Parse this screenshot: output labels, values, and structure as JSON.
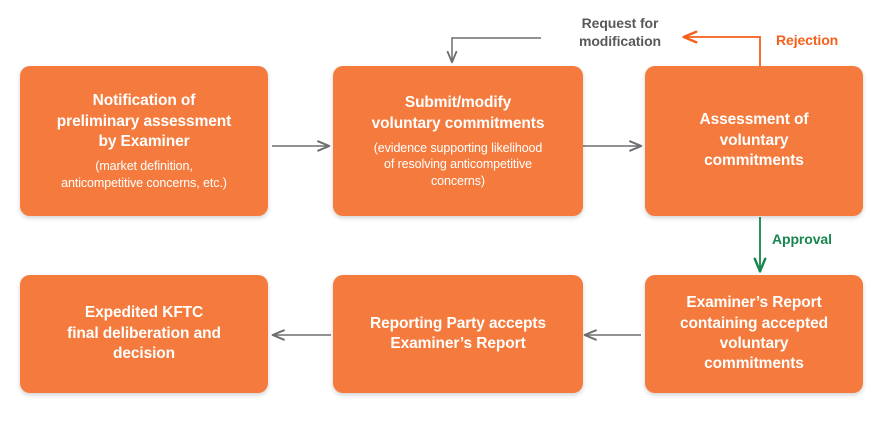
{
  "diagram": {
    "title": "KFTC voluntary commitments (consent) procedure flowchart",
    "colors": {
      "node_fill": "#F47B3D",
      "node_text": "#FFFFFF",
      "connector_grey": "#6D6E71",
      "connector_orange": "#F4601A",
      "connector_green": "#17864F",
      "background": "#FFFFFF"
    },
    "nodes": [
      {
        "id": "notification",
        "title": "Notification of\npreliminary assessment\nby Examiner",
        "sub": "(market definition,\nanticompetitive concerns, etc.)"
      },
      {
        "id": "submit-modify",
        "title": "Submit/modify\nvoluntary commitments",
        "sub": "(evidence supporting likelihood\nof resolving anticompetitive\nconcerns)"
      },
      {
        "id": "assessment",
        "title": "Assessment of\nvoluntary\ncommitments",
        "sub": ""
      },
      {
        "id": "examiners-report",
        "title": "Examiner’s Report\ncontaining accepted\nvoluntary\ncommitments",
        "sub": ""
      },
      {
        "id": "reporting-party-accepts",
        "title": "Reporting Party accepts\nExaminer’s Report",
        "sub": ""
      },
      {
        "id": "final-deliberation",
        "title": "Expedited KFTC\nfinal deliberation and\ndecision",
        "sub": ""
      }
    ],
    "edge_labels": [
      {
        "id": "request-for-modification",
        "text": "Request for\nmodification",
        "color": "grey"
      },
      {
        "id": "rejection",
        "text": "Rejection",
        "color": "orange"
      },
      {
        "id": "approval",
        "text": "Approval",
        "color": "green"
      }
    ]
  }
}
